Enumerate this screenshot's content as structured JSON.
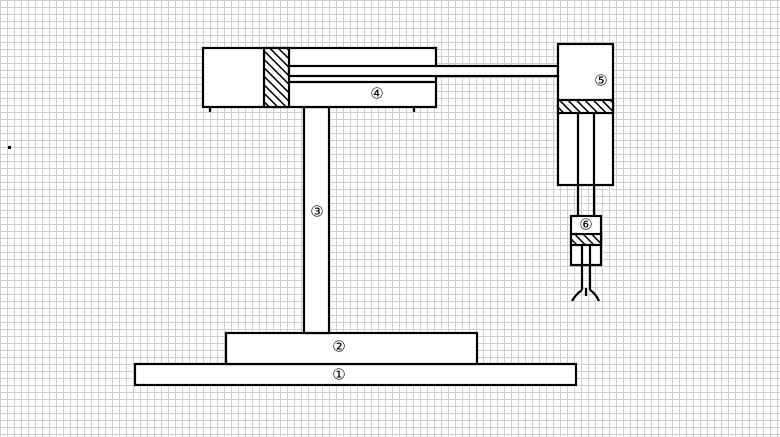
{
  "diagram": {
    "labels": {
      "base": "①",
      "mount": "②",
      "column": "③",
      "arm_cylinder": "④",
      "vertical_cylinder": "⑤",
      "gripper_cylinder": "⑥"
    }
  }
}
